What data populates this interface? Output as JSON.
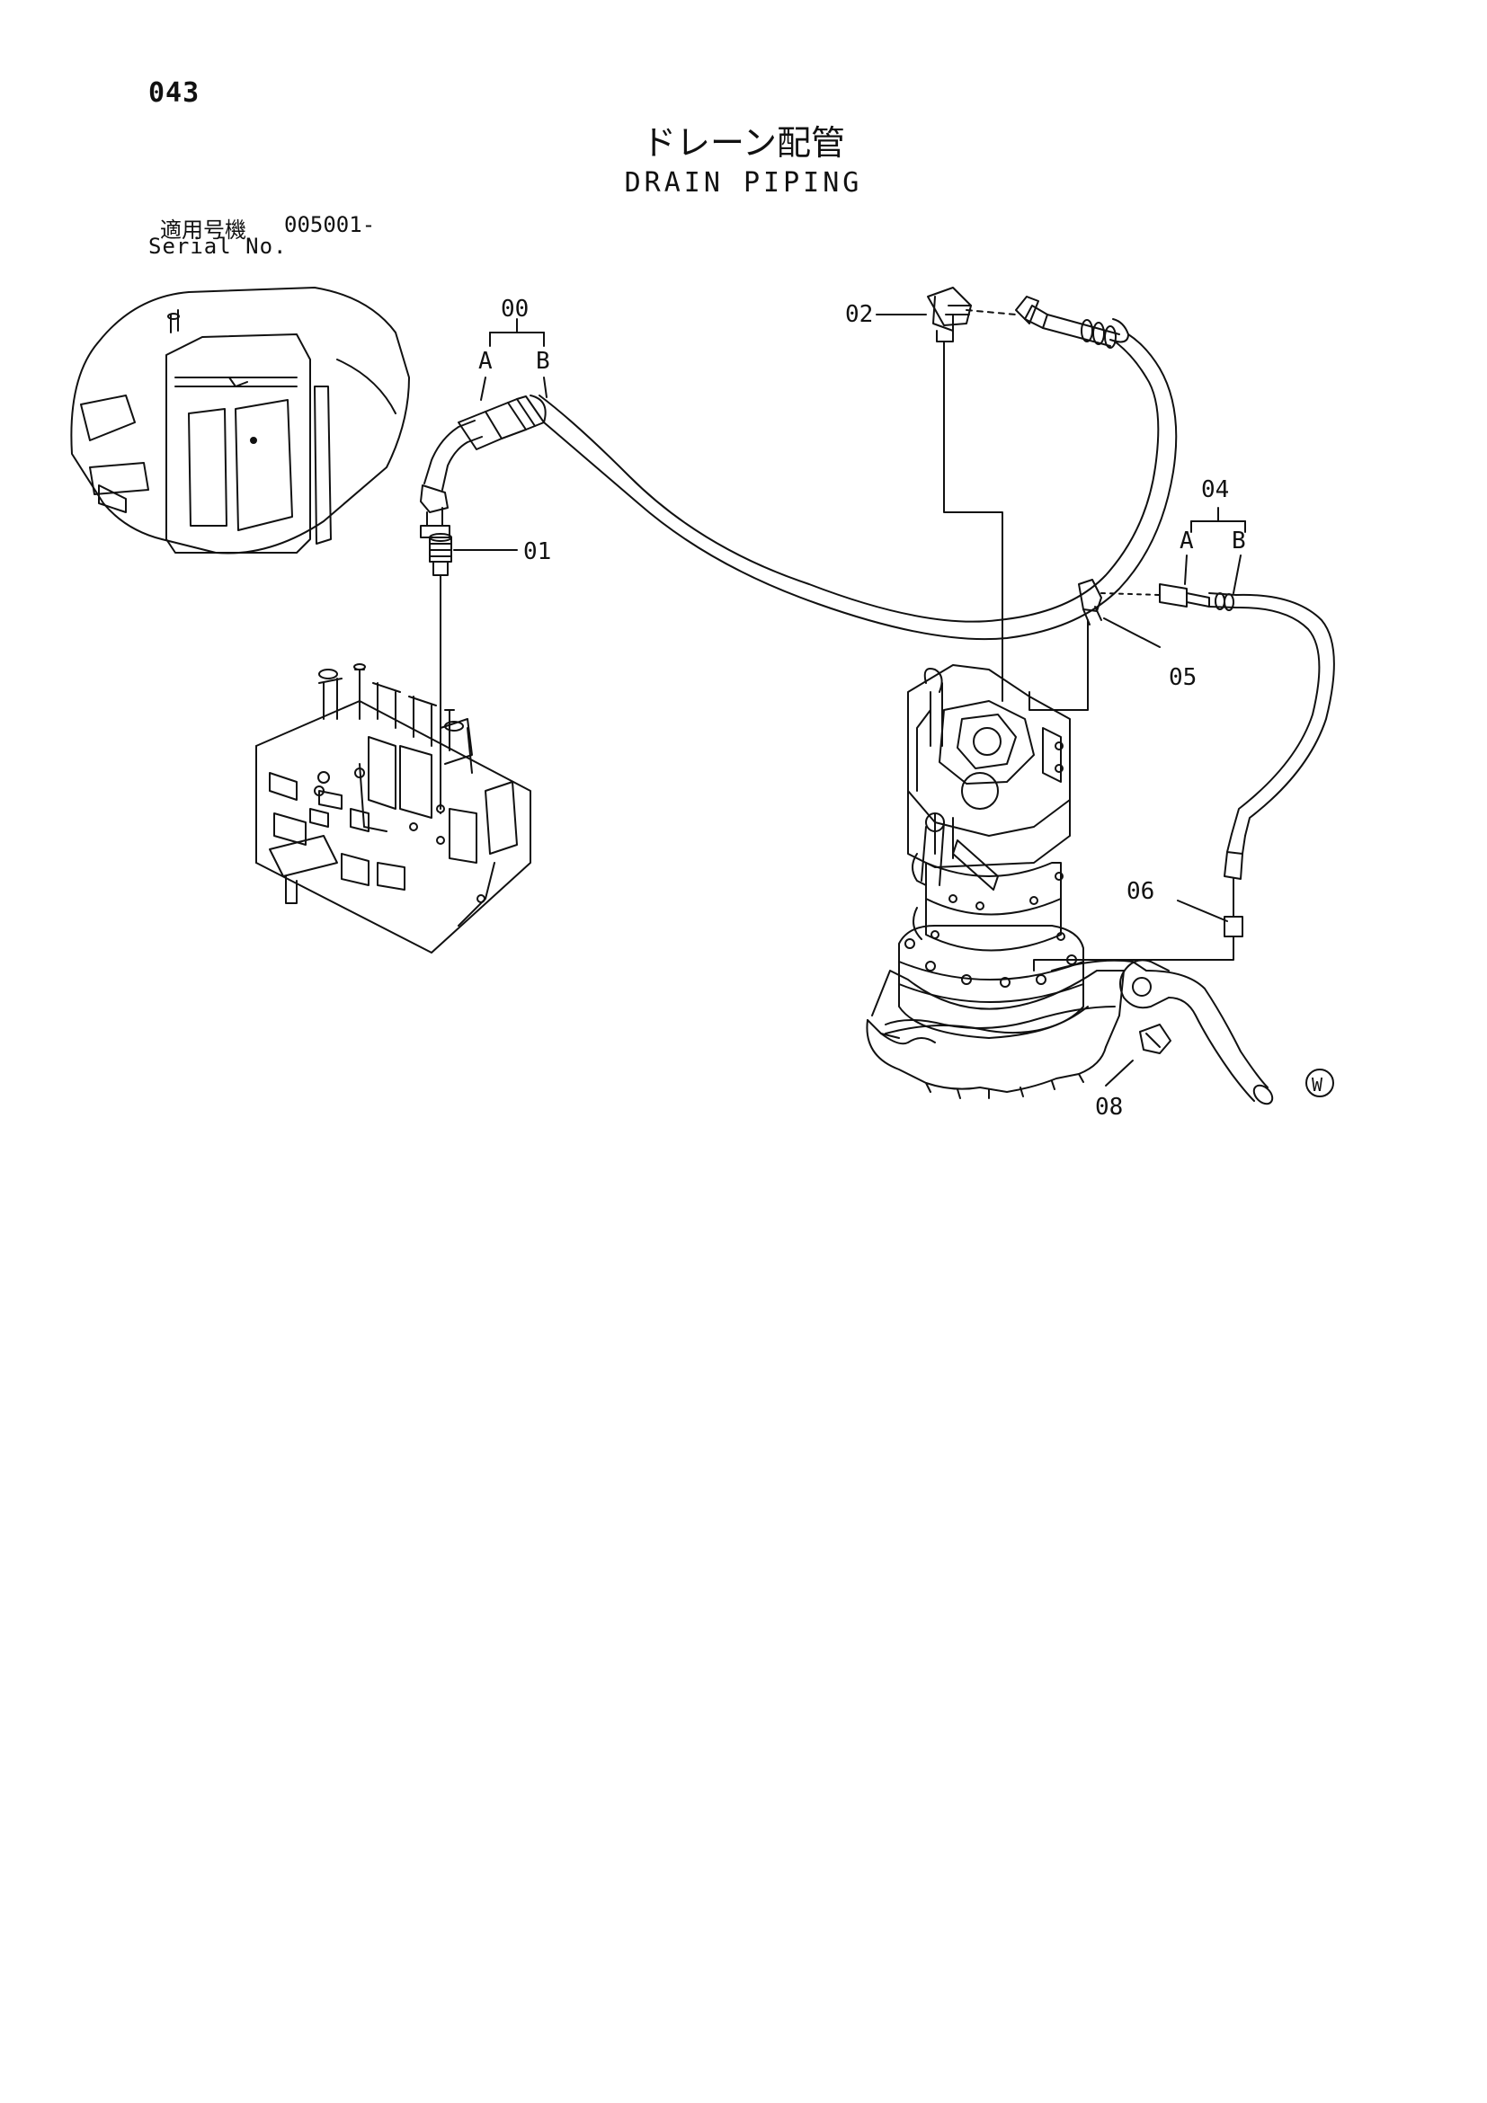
{
  "header": {
    "page_number": "043",
    "title_jp": "ドレーン配管",
    "title_en": "DRAIN PIPING",
    "serial_label_jp": "適用号機",
    "serial_value": "005001-",
    "serial_label_en": "Serial No."
  },
  "callouts": {
    "p00": "00",
    "p00_a": "A",
    "p00_b": "B",
    "p01": "01",
    "p02": "02",
    "p04": "04",
    "p04_a": "A",
    "p04_b": "B",
    "p05": "05",
    "p06": "06",
    "p08": "08",
    "w_mark": "W"
  },
  "colors": {
    "line": "#111111",
    "background": "#ffffff"
  }
}
